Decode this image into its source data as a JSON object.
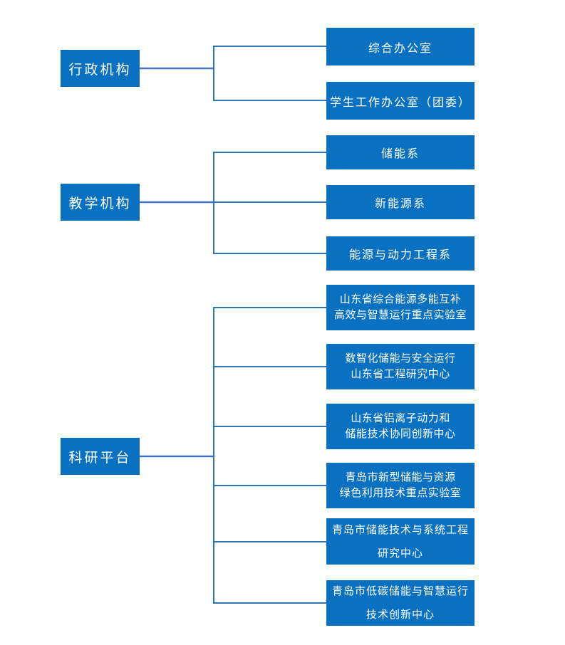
{
  "colors": {
    "box_fill": "#0A71C1",
    "box_text": "#FFFFFF",
    "connector": "#2E75B6",
    "parent_connector": "#4472C4",
    "page_background": "#FFFFFF"
  },
  "diagram": {
    "type": "org-chart",
    "groups": [
      {
        "parent": {
          "label": "行政机构"
        },
        "children": [
          {
            "label": "综合办公室"
          },
          {
            "label": "学生工作办公室（团委）"
          }
        ]
      },
      {
        "parent": {
          "label": "教学机构"
        },
        "children": [
          {
            "label": "储能系"
          },
          {
            "label": "新能源系"
          },
          {
            "label": "能源与动力工程系"
          }
        ]
      },
      {
        "parent": {
          "label": "科研平台"
        },
        "children": [
          {
            "label": "山东省综合能源多能互补\n高效与智慧运行重点实验室"
          },
          {
            "label": "数智化储能与安全运行\n山东省工程研究中心"
          },
          {
            "label": "山东省铝离子动力和\n储能技术协同创新中心"
          },
          {
            "label": "青岛市新型储能与资源\n绿色利用技术重点实验室"
          },
          {
            "label": "青岛市储能技术与系统工程\n研究中心"
          },
          {
            "label": "青岛市低碳储能与智慧运行\n技术创新中心"
          }
        ]
      }
    ]
  }
}
